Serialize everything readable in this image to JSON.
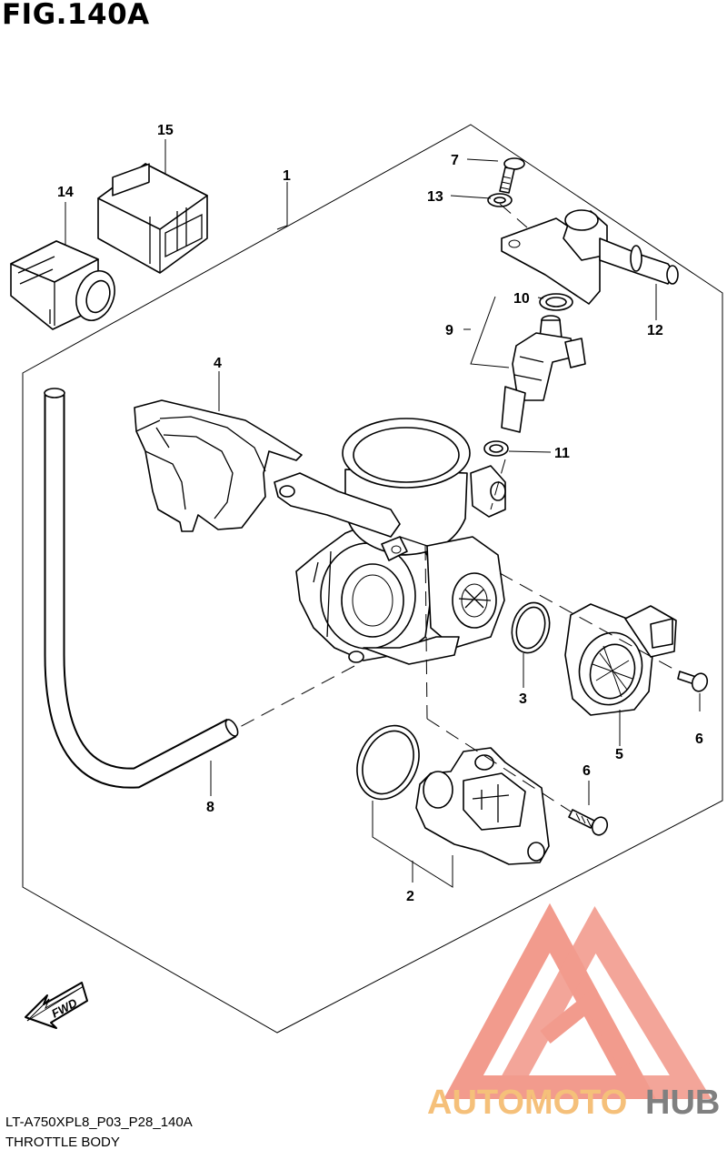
{
  "figure": {
    "title": "FIG.140A",
    "code": "LT-A750XPL8_P03_P28_140A",
    "caption": "THROTTLE BODY",
    "direction_label": "FWD"
  },
  "callouts": [
    "1",
    "2",
    "3",
    "4",
    "5",
    "6",
    "6",
    "7",
    "8",
    "9",
    "10",
    "11",
    "12",
    "13",
    "14",
    "15"
  ],
  "watermark": {
    "part1": "AUTOMOTO",
    "part2": "HUB",
    "color_primary": "#f08a7a",
    "color_accent": "#f5c07a",
    "color_dark": "#808080"
  },
  "colors": {
    "line": "#000000",
    "paper": "#ffffff"
  }
}
